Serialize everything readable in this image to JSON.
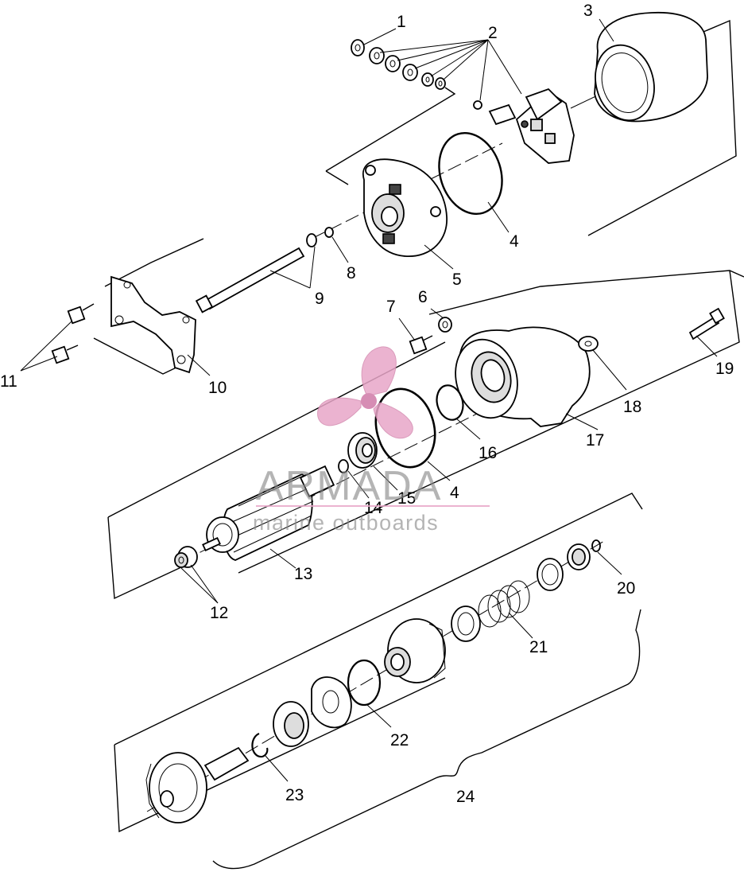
{
  "callouts": [
    {
      "id": "1",
      "text": "1"
    },
    {
      "id": "2",
      "text": "2"
    },
    {
      "id": "3",
      "text": "3"
    },
    {
      "id": "4a",
      "text": "4"
    },
    {
      "id": "5",
      "text": "5"
    },
    {
      "id": "6",
      "text": "6"
    },
    {
      "id": "7",
      "text": "7"
    },
    {
      "id": "8",
      "text": "8"
    },
    {
      "id": "9",
      "text": "9"
    },
    {
      "id": "10",
      "text": "10"
    },
    {
      "id": "11",
      "text": "11"
    },
    {
      "id": "12",
      "text": "12"
    },
    {
      "id": "13",
      "text": "13"
    },
    {
      "id": "14",
      "text": "14"
    },
    {
      "id": "15",
      "text": "15"
    },
    {
      "id": "4b",
      "text": "4"
    },
    {
      "id": "16",
      "text": "16"
    },
    {
      "id": "17",
      "text": "17"
    },
    {
      "id": "18",
      "text": "18"
    },
    {
      "id": "19",
      "text": "19"
    },
    {
      "id": "20",
      "text": "20"
    },
    {
      "id": "21",
      "text": "21"
    },
    {
      "id": "22",
      "text": "22"
    },
    {
      "id": "23",
      "text": "23"
    },
    {
      "id": "24",
      "text": "24"
    }
  ],
  "watermark": {
    "brand": "ARMADA",
    "tagline": "marine outboards",
    "accent_color": "#e8a6c8",
    "logo_icon": "propeller-logo-icon"
  },
  "colors": {
    "ink": "#000000",
    "background": "#ffffff"
  }
}
